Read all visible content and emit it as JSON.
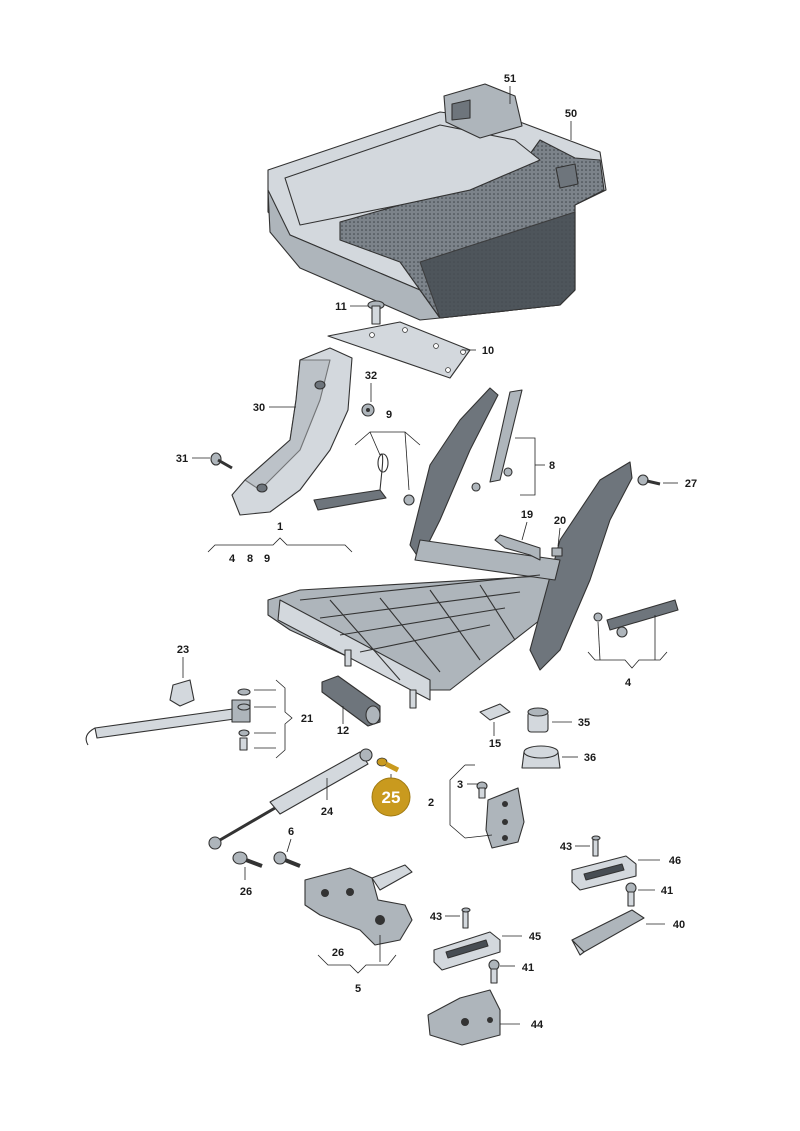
{
  "highlight": {
    "label": "25",
    "color": "#c99a1e"
  },
  "labels": {
    "p51": "51",
    "p50": "50",
    "p11": "11",
    "p10": "10",
    "p32": "32",
    "p30": "30",
    "p9": "9",
    "p8": "8",
    "p31": "31",
    "p27": "27",
    "p1": "1",
    "p1_sub_a": "4",
    "p1_sub_b": "8",
    "p1_sub_c": "9",
    "p19": "19",
    "p20": "20",
    "p23": "23",
    "p4": "4",
    "p21": "21",
    "p12": "12",
    "p15": "15",
    "p35": "35",
    "p36": "36",
    "p24": "24",
    "p3": "3",
    "p2": "2",
    "p6": "6",
    "p43a": "43",
    "p46": "46",
    "p26a": "26",
    "p41a": "41",
    "p40": "40",
    "p43b": "43",
    "p45": "45",
    "p26b": "26",
    "p41b": "41",
    "p5": "5",
    "p44": "44"
  },
  "colors": {
    "line": "#222222",
    "part_light": "#d3d8dd",
    "part_mid": "#aeb5bb",
    "part_dark": "#6e757c",
    "cushion_dark": "#474d53"
  }
}
